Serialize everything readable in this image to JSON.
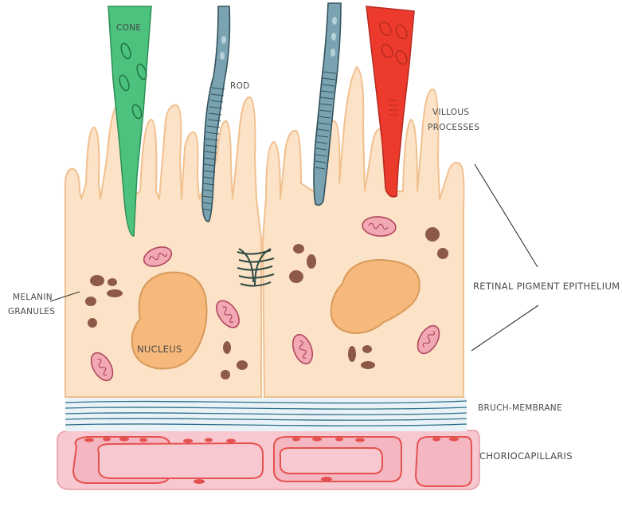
{
  "labels": {
    "cone": "CONE",
    "rod": "ROD",
    "villous_line1": "VILLOUS",
    "villous_line2": "PROCESSES",
    "melanin_line1": "MELANIN",
    "melanin_line2": "GRANULES",
    "nucleus": "NUCLEUS",
    "rpe": "RETINAL PIGMENT EPITHELIUM",
    "bruch": "BRUCH-MEMBRANE",
    "chorio": "CHORIOCAPILLARIS"
  },
  "colors": {
    "cytoplasm": "#fce2c6",
    "cell_outline": "#f1c08f",
    "nucleus": "#f6b97b",
    "nucleus_outline": "#d79a5a",
    "melanin": "#8e5a48",
    "mitochondria": "#f2a9b4",
    "cone": "#4cc27e",
    "rod": "#7aa3b1",
    "rod_outline": "#34525c",
    "red_cone": "#ec3a2c",
    "bruch_lines": "#2d6f8a",
    "choriocapillaris": "#f7c8d0",
    "capillary_outline": "#e4524f"
  }
}
